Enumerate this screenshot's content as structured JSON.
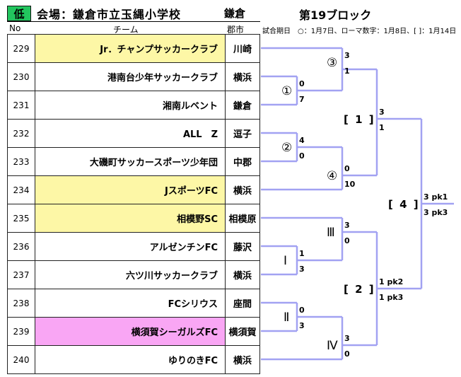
{
  "header": {
    "badge": "低",
    "venue": "会場：鎌倉市立玉縄小学校",
    "city": "鎌倉",
    "block": "第19ブロック",
    "col_no": "No",
    "col_team": "チーム",
    "col_city": "郡市",
    "legend": "試合期日　○：1月7日、ローマ数字：1月8日、[ ]：1月14日"
  },
  "teams": [
    {
      "no": "229",
      "name": "Jr．チャンプサッカークラブ",
      "city": "川崎",
      "highlight": "yellow"
    },
    {
      "no": "230",
      "name": "港南台少年サッカークラブ",
      "city": "横浜",
      "highlight": "none"
    },
    {
      "no": "231",
      "name": "湘南ルベント",
      "city": "鎌倉",
      "highlight": "none"
    },
    {
      "no": "232",
      "name": "ALL　Z",
      "city": "逗子",
      "highlight": "none"
    },
    {
      "no": "233",
      "name": "大磯町サッカースポーツ少年団",
      "city": "中郡",
      "highlight": "none"
    },
    {
      "no": "234",
      "name": "JスポーツFC",
      "city": "横浜",
      "highlight": "yellow"
    },
    {
      "no": "235",
      "name": "相模野SC",
      "city": "相模原",
      "highlight": "yellow"
    },
    {
      "no": "236",
      "name": "アルゼンチンFC",
      "city": "藤沢",
      "highlight": "none"
    },
    {
      "no": "237",
      "name": "六ツ川サッカークラブ",
      "city": "横浜",
      "highlight": "none"
    },
    {
      "no": "238",
      "name": "FCシリウス",
      "city": "座間",
      "highlight": "none"
    },
    {
      "no": "239",
      "name": "横須賀シーガルズFC",
      "city": "横須賀",
      "highlight": "pink"
    },
    {
      "no": "240",
      "name": "ゆりのきFC",
      "city": "横浜",
      "highlight": "none"
    }
  ],
  "colors": {
    "yellow": "#fdf7a6",
    "pink": "#f9a6f4",
    "bracket": "#a2a2f2",
    "badge": "#22c55e"
  },
  "bracket": {
    "m1": {
      "label": "①",
      "top": "0",
      "bottom": "7"
    },
    "m2": {
      "label": "②",
      "top": "4",
      "bottom": "0"
    },
    "m3": {
      "label": "③",
      "top": "3",
      "bottom": "1"
    },
    "m4": {
      "label": "④",
      "top": "0",
      "bottom": "10"
    },
    "mI": {
      "label": "Ⅰ",
      "top": "1",
      "bottom": "3"
    },
    "mII": {
      "label": "Ⅱ",
      "top": "0",
      "bottom": "3"
    },
    "mIII": {
      "label": "Ⅲ",
      "top": "3",
      "bottom": "0"
    },
    "mIV": {
      "label": "Ⅳ",
      "top": "3",
      "bottom": "0"
    },
    "s1": {
      "label": "[ 1 ]",
      "top": "3",
      "bottom": "1"
    },
    "s2": {
      "label": "[ 2 ]",
      "top": "1 pk2",
      "bottom": "1 pk3"
    },
    "final": {
      "label": "[ 4 ]",
      "top": "3 pk1",
      "bottom": "3 pk3"
    }
  }
}
